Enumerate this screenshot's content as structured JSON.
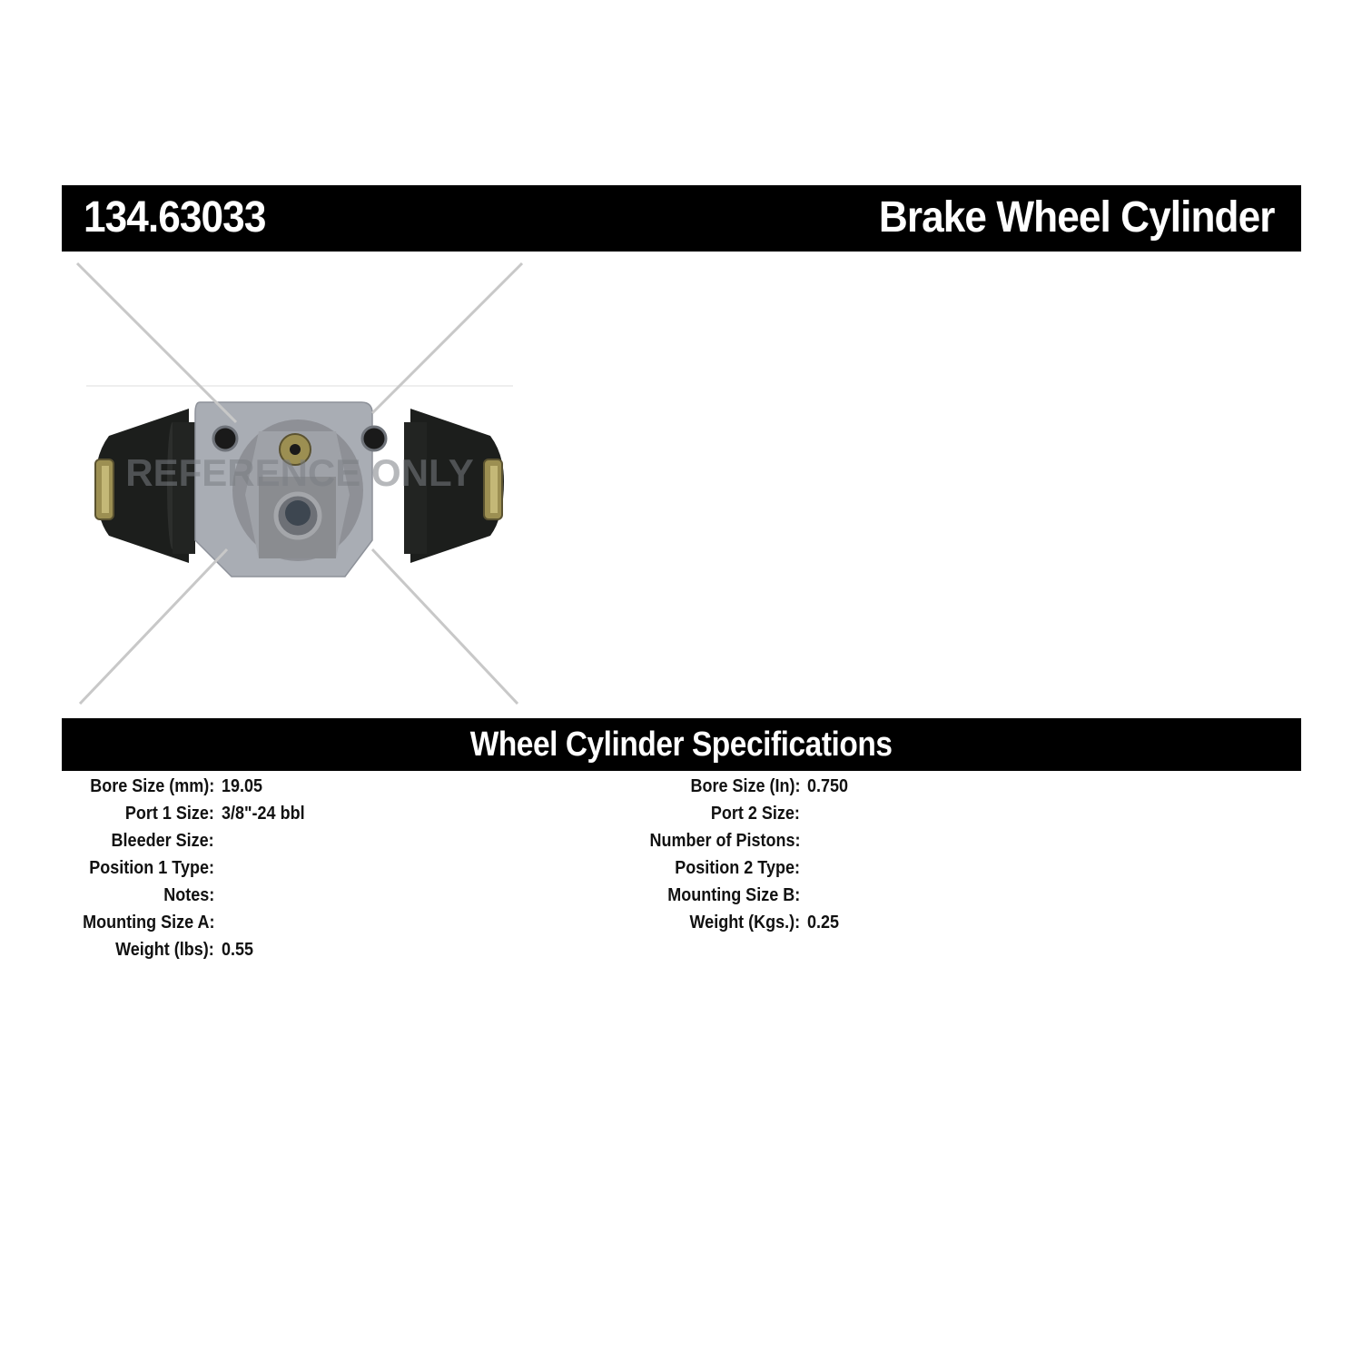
{
  "header": {
    "part_number": "134.63033",
    "product_type": "Brake Wheel Cylinder"
  },
  "image": {
    "subject": "brake wheel cylinder photo",
    "watermark": "REFERENCE ONLY",
    "colors": {
      "housing": "#a9adb4",
      "boot": "#1a1c1a",
      "fitting": "#9c8f52",
      "crosshair": "#c8c8c8"
    }
  },
  "specs": {
    "title": "Wheel Cylinder Specifications",
    "left": [
      {
        "label": "Bore Size (mm):",
        "value": "19.05"
      },
      {
        "label": "Port 1 Size:",
        "value": "3/8\"-24 bbl"
      },
      {
        "label": "Bleeder Size:",
        "value": ""
      },
      {
        "label": "Position 1 Type:",
        "value": ""
      },
      {
        "label": "Notes:",
        "value": ""
      },
      {
        "label": "Mounting Size A:",
        "value": ""
      },
      {
        "label": "Weight (lbs):",
        "value": "0.55"
      }
    ],
    "right": [
      {
        "label": "Bore Size (In):",
        "value": "0.750"
      },
      {
        "label": "Port 2 Size:",
        "value": ""
      },
      {
        "label": "Number of Pistons:",
        "value": ""
      },
      {
        "label": "Position 2 Type:",
        "value": ""
      },
      {
        "label": "Mounting Size B:",
        "value": ""
      },
      {
        "label": "Weight (Kgs.):",
        "value": "0.25"
      }
    ]
  },
  "colors": {
    "bar_background": "#000000",
    "bar_text": "#ffffff",
    "body_text": "#111111"
  }
}
